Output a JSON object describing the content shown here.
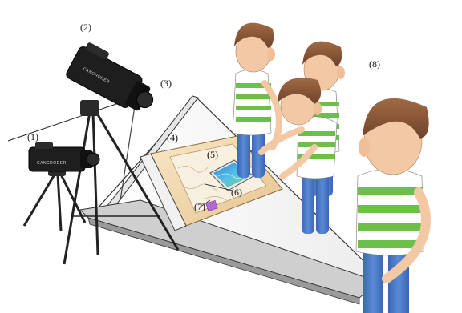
{
  "labels": {
    "camera_floor": "(1)",
    "camera_tripod": "(2)",
    "mirror": "(3)",
    "board": "(4)",
    "tablet": "(5)",
    "tangible": "(6)",
    "marker": "(7)",
    "users": "(8)"
  },
  "camera_brand": "CANCRODER",
  "colors": {
    "hair": "#8b5a3c",
    "skin": "#f3c9a5",
    "shirt_stripe": "#6cc04a",
    "jeans": "#4a78c6",
    "camera_body": "#1e1e1e",
    "board": "#f4ddb6",
    "tablet_screen": "#3a9fd8"
  },
  "icons": {
    "camera": "video-camera-icon",
    "tripod": "tripod-icon",
    "child": "child-figure-icon"
  }
}
